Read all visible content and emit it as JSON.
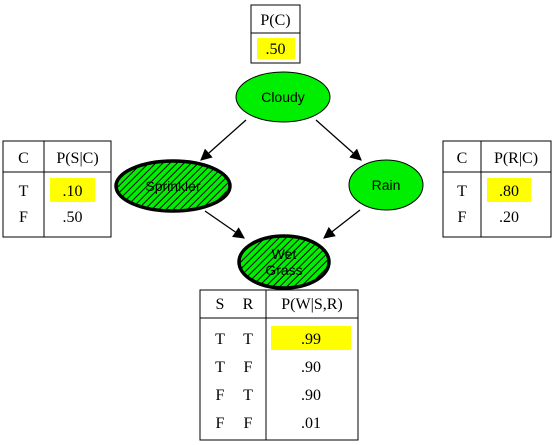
{
  "colors": {
    "node_fill": "#00ee00",
    "highlight": "#ffff00",
    "edge": "#000000",
    "border": "#000000"
  },
  "nodes": {
    "cloudy": {
      "label": "Cloudy",
      "observed": false
    },
    "sprinkler": {
      "label": "Sprinkler",
      "observed": true
    },
    "rain": {
      "label": "Rain",
      "observed": false
    },
    "wetgrass": {
      "label_line1": "Wet",
      "label_line2": "Grass",
      "observed": true
    }
  },
  "cpt_c": {
    "header": "P(C)",
    "value": ".50"
  },
  "cpt_s": {
    "headers": [
      "C",
      "P(S|C)"
    ],
    "rows": [
      {
        "c": "T",
        "p": ".10"
      },
      {
        "c": "F",
        "p": ".50"
      }
    ]
  },
  "cpt_r": {
    "headers": [
      "C",
      "P(R|C)"
    ],
    "rows": [
      {
        "c": "T",
        "p": ".80"
      },
      {
        "c": "F",
        "p": ".20"
      }
    ]
  },
  "cpt_w": {
    "headers": [
      "S",
      "R",
      "P(W|S,R)"
    ],
    "rows": [
      {
        "s": "T",
        "r": "T",
        "p": ".99"
      },
      {
        "s": "T",
        "r": "F",
        "p": ".90"
      },
      {
        "s": "F",
        "r": "T",
        "p": ".90"
      },
      {
        "s": "F",
        "r": "F",
        "p": ".01"
      }
    ]
  }
}
